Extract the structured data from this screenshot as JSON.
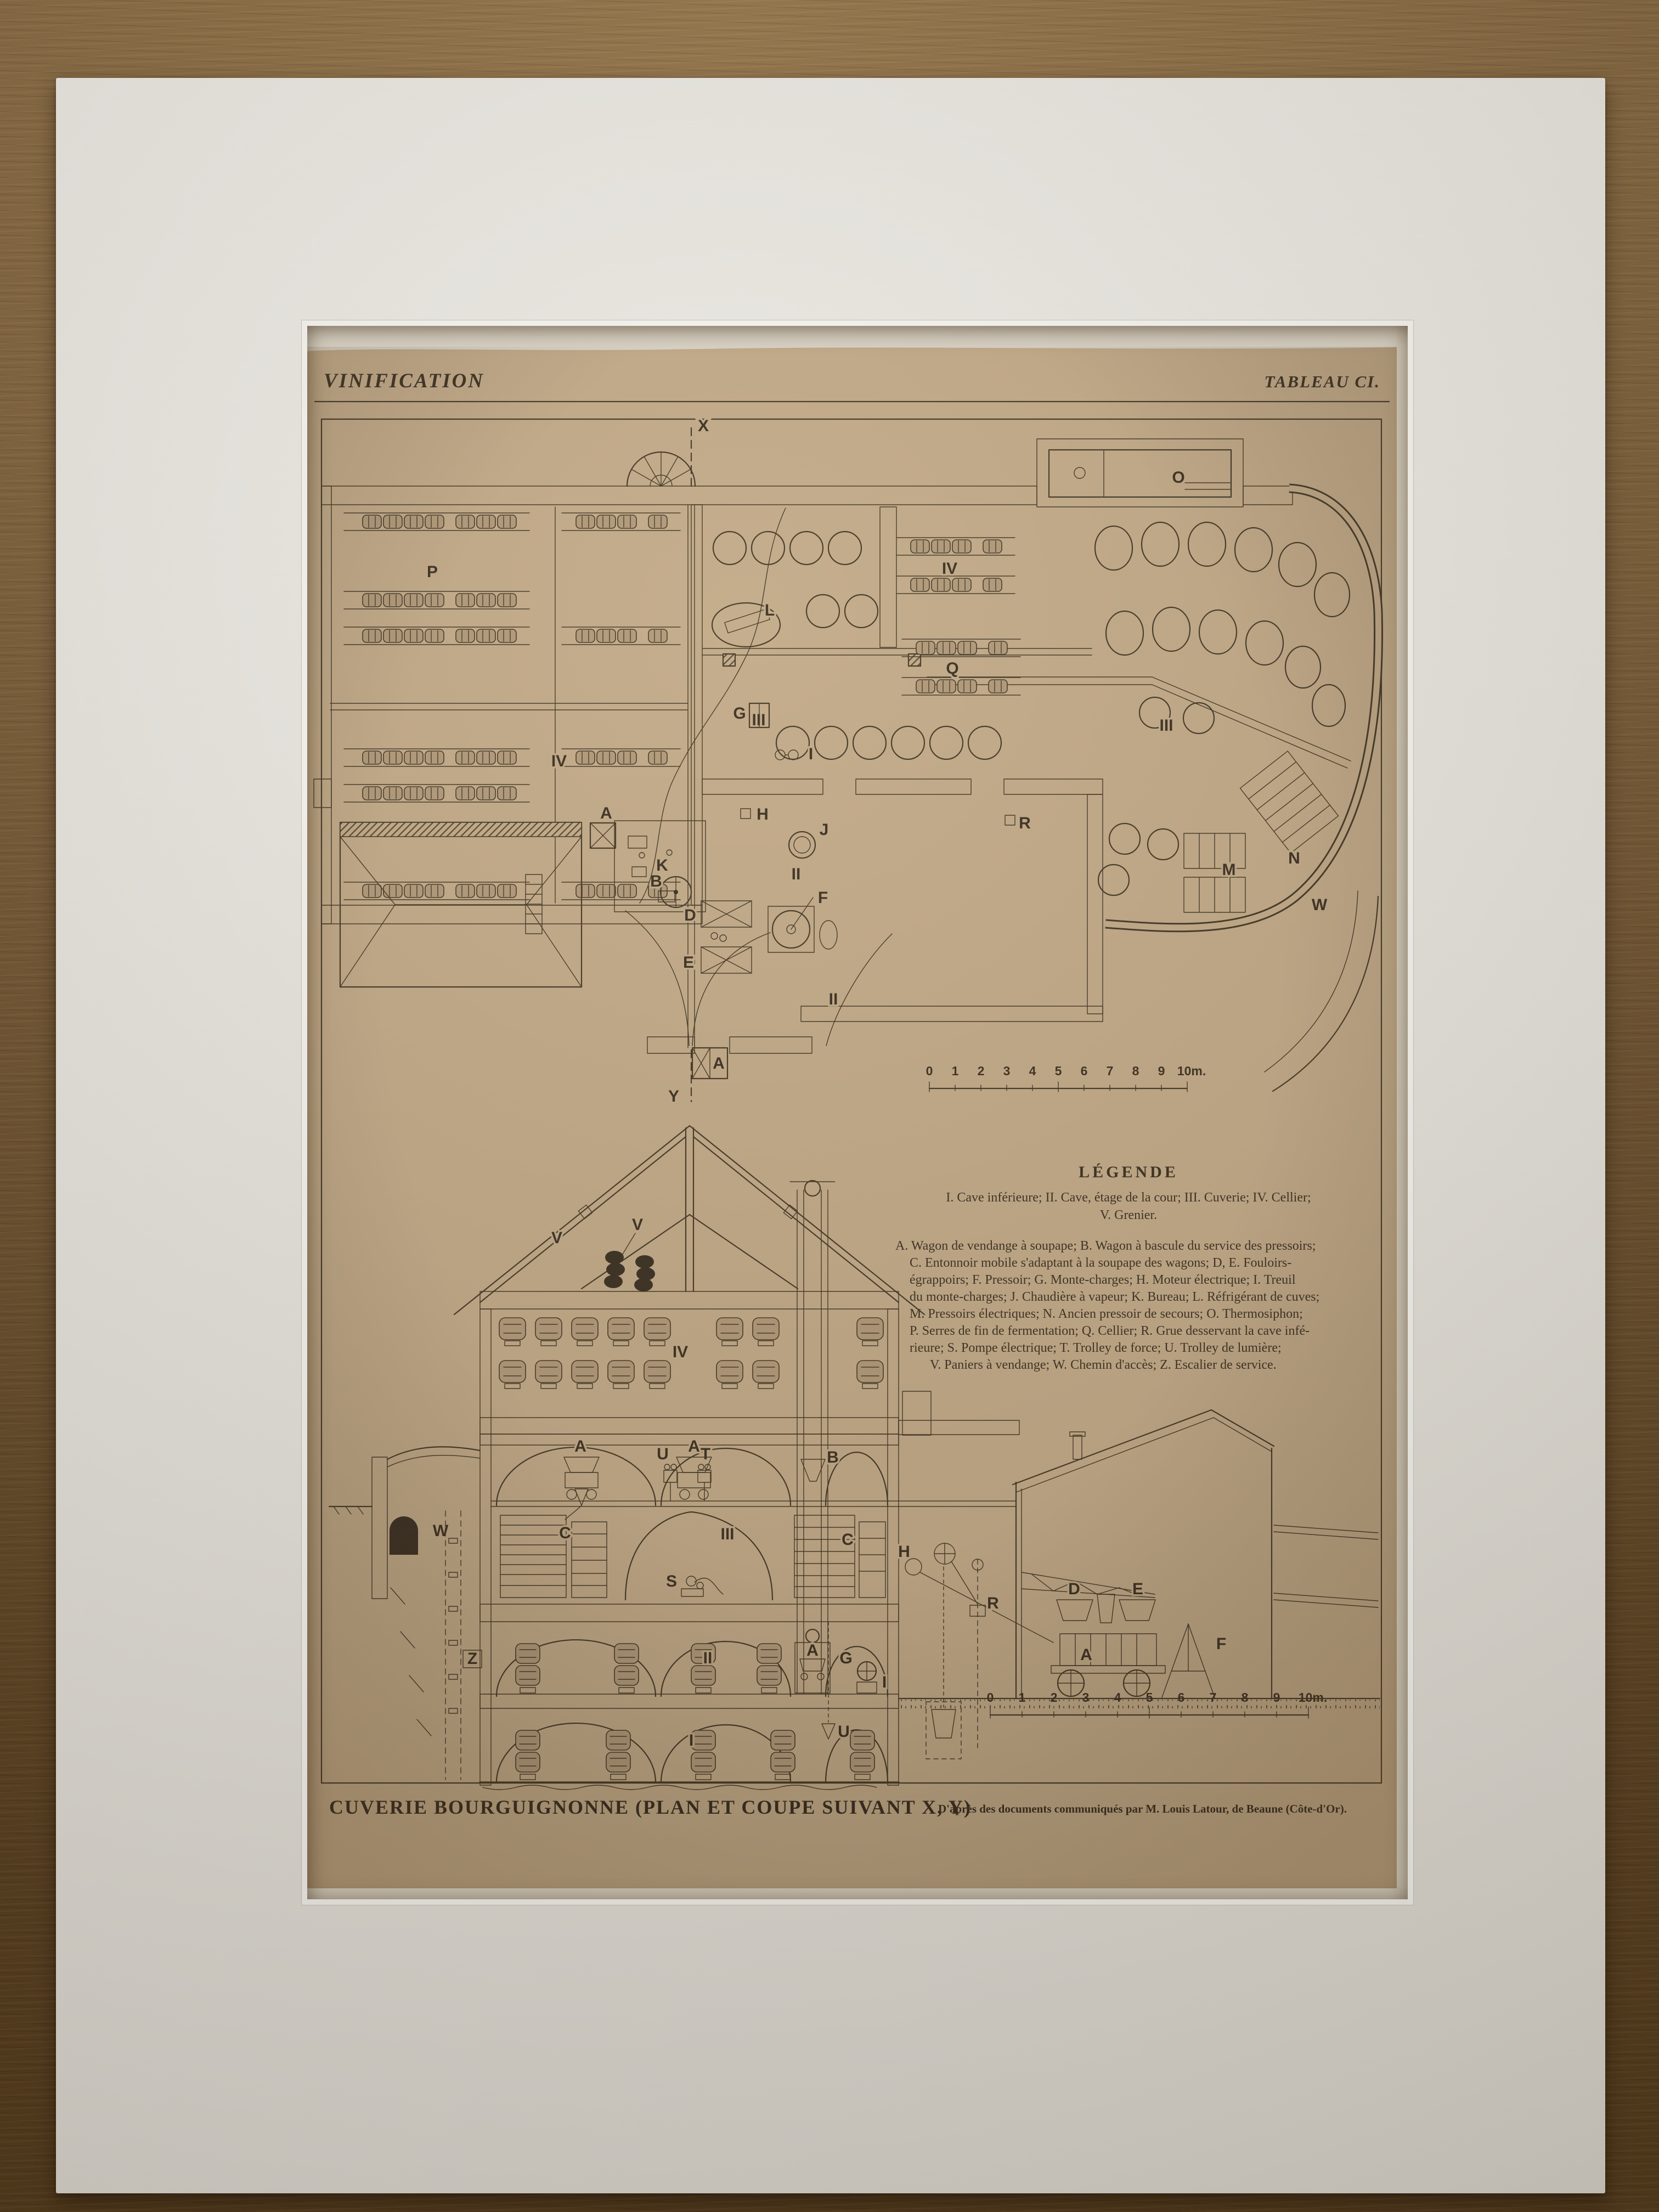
{
  "header": {
    "left": "VINIFICATION",
    "right": "TABLEAU CI."
  },
  "plan": {
    "labels": {
      "x": "X",
      "y": "Y",
      "o": "O",
      "p": "P",
      "iv_left": "IV",
      "iv_right": "IV",
      "q": "Q",
      "iii_left": "III",
      "iii_right": "III",
      "n": "N",
      "m": "M",
      "w": "W",
      "l": "L",
      "k": "K",
      "j": "J",
      "ii_mid": "II",
      "ii_low": "II",
      "g": "G",
      "h": "H",
      "i": "I",
      "a_mid": "A",
      "b": "B",
      "d": "D",
      "e": "E",
      "f": "F",
      "a_low": "A",
      "r": "R"
    }
  },
  "section": {
    "labels": {
      "v1": "V",
      "v2": "V",
      "iv": "IV",
      "w": "W",
      "u": "U",
      "t": "T",
      "a1": "A",
      "a2": "A",
      "b": "B",
      "iii": "III",
      "c1": "C",
      "c2": "C",
      "s": "S",
      "z": "Z",
      "ii": "II",
      "g": "G",
      "a3": "A",
      "i_treuil": "I",
      "h": "H",
      "r": "R",
      "d": "D",
      "e": "E",
      "a4": "A",
      "f": "F",
      "i_cave": "I",
      "u2": "U"
    }
  },
  "scale": {
    "ticks": [
      "0",
      "1",
      "2",
      "3",
      "4",
      "5",
      "6",
      "7",
      "8",
      "9",
      "10m."
    ]
  },
  "legend": {
    "title": "LÉGENDE",
    "rooms_lines": [
      "I. Cave inférieure; II. Cave, étage de la cour; III. Cuverie; IV. Cellier;",
      "V. Grenier."
    ],
    "items_lines": [
      "A. Wagon de vendange à soupape; B. Wagon à bascule du service des pressoirs;",
      "C. Entonnoir mobile s'adaptant à la soupape des wagons; D, E. Fouloirs-",
      "égrappoirs; F. Pressoir; G. Monte-charges; H. Moteur électrique; I. Treuil",
      "du monte-charges; J. Chaudière à vapeur; K. Bureau; L. Réfrigérant de cuves;",
      "M. Pressoirs électriques; N. Ancien pressoir de secours; O. Thermosiphon;",
      "P. Serres de fin de fermentation; Q. Cellier; R. Grue desservant la cave infé-",
      "rieure; S. Pompe électrique; T. Trolley de force; U. Trolley de lumière;",
      "V. Paniers à vendange; W. Chemin d'accès; Z. Escalier de service."
    ]
  },
  "caption": {
    "title": "CUVERIE BOURGUIGNONNE (PLAN ET COUPE SUIVANT X, Y)",
    "credit": "D'après des documents communiqués par M. Louis Latour, de Beaune (Côte-d'Or)."
  }
}
